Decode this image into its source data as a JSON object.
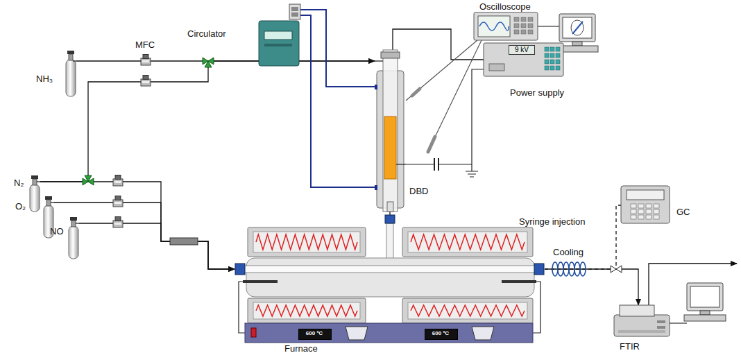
{
  "diagram": {
    "nodes": [
      {
        "text": [
          "Oscilloscope"
        ]
      },
      {
        "text": [
          "Circulator"
        ]
      },
      {
        "text": [
          "9 kV",
          "Power supply"
        ]
      },
      {
        "text": [
          "NH₃"
        ]
      },
      {
        "text": [
          "DBD"
        ]
      },
      {
        "text": [
          "N₂"
        ]
      },
      {
        "text": [
          "O₂"
        ]
      },
      {
        "text": [
          "NO"
        ]
      },
      {
        "text": [
          "Furnace"
        ]
      },
      {
        "text": [
          "600 ºC"
        ],
        "in": 8
      },
      {
        "text": [
          "600 ºC"
        ],
        "in": 8
      },
      {
        "text": [
          "GC"
        ]
      },
      {
        "text": [
          "FTIR"
        ]
      }
    ],
    "edges": [
      {
        "from": 3,
        "to": 4,
        "arrow": "to"
      },
      {
        "from": 5,
        "to": 4,
        "arrow": "to"
      },
      {
        "from": 1,
        "to": 4,
        "arrow": "none"
      },
      {
        "from": 2,
        "to": 4,
        "arrow": "none"
      },
      {
        "from": 0,
        "to": 4,
        "arrow": "none"
      },
      {
        "from": 5,
        "to": 8,
        "arrow": "to"
      },
      {
        "from": 6,
        "to": 8,
        "arrow": "to"
      },
      {
        "from": 7,
        "to": 8,
        "arrow": "to"
      },
      {
        "from": 4,
        "to": 8,
        "arrow": "none"
      },
      {
        "from": 8,
        "to": 11,
        "arrow": "none"
      },
      {
        "from": 8,
        "to": 12,
        "arrow": "to"
      }
    ],
    "labels": [
      "MFC",
      "Syringe injection",
      "Cooling"
    ]
  }
}
